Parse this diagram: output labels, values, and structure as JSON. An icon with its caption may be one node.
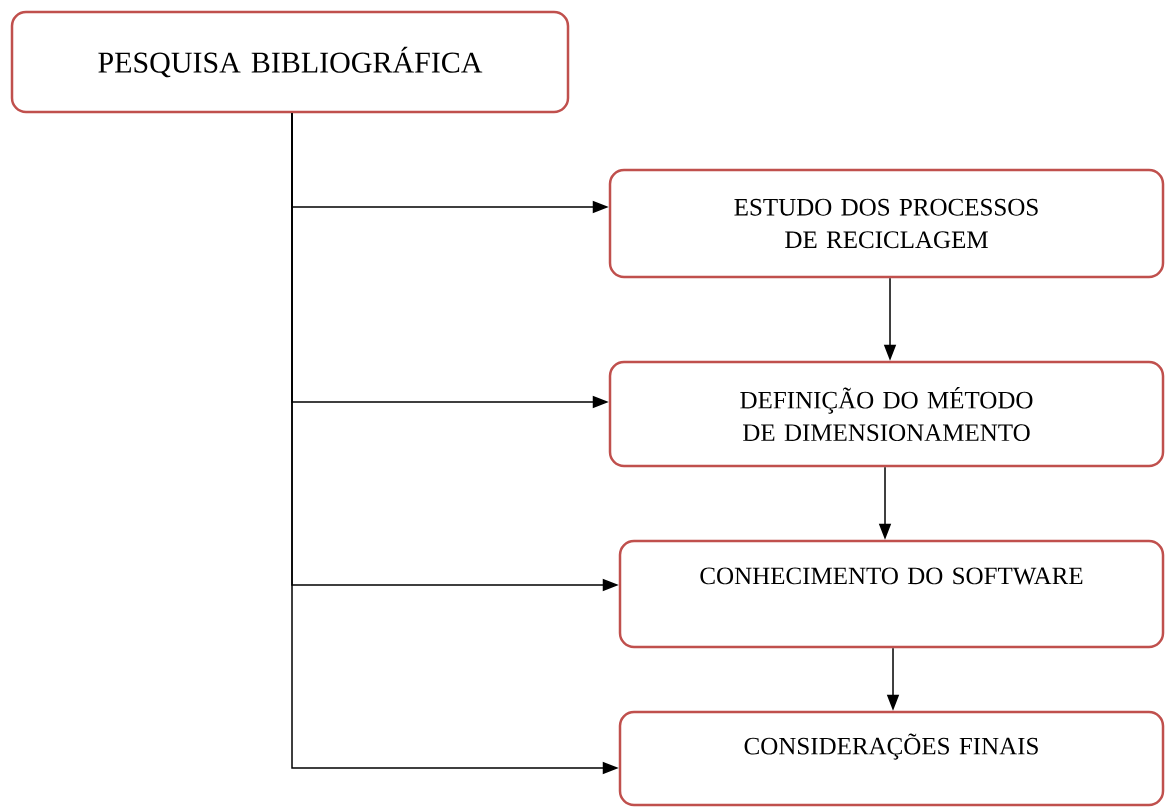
{
  "diagram": {
    "nodes": [
      {
        "text": [
          "PESQUISA BIBLIOGRÁFICA"
        ]
      },
      {
        "text": [
          "ESTUDO DOS PROCESSOS DE RECICLAGEM"
        ]
      },
      {
        "text": [
          "DEFINIÇÃO DO MÉTODO DE DIMENSIONAMENTO"
        ]
      },
      {
        "text": [
          "CONHECIMENTO DO SOFTWARE"
        ]
      },
      {
        "text": [
          "CONSIDERAÇÕES FINAIS"
        ]
      }
    ],
    "edges": [
      {
        "from": 0,
        "to": 1,
        "arrow": "to"
      },
      {
        "from": 0,
        "to": 2,
        "arrow": "to"
      },
      {
        "from": 0,
        "to": 3,
        "arrow": "to"
      },
      {
        "from": 0,
        "to": 4,
        "arrow": "to"
      },
      {
        "from": 1,
        "to": 2,
        "arrow": "to"
      },
      {
        "from": 2,
        "to": 3,
        "arrow": "to"
      },
      {
        "from": 3,
        "to": 4,
        "arrow": "to"
      }
    ]
  }
}
